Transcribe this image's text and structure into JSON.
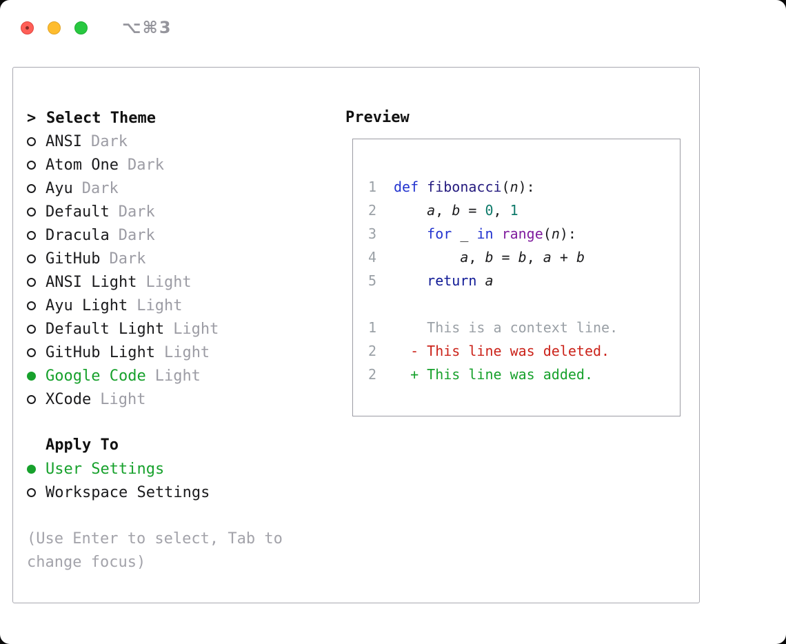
{
  "window": {
    "shortcut": "⌥⌘3"
  },
  "colors": {
    "accent_green": "#17a12c",
    "deleted_red": "#cb231a",
    "muted_gray": "#9c9ca4",
    "keyword_blue": "#2334cf",
    "literal_teal": "#0e7a6a",
    "type_purple": "#801d9e"
  },
  "selector": {
    "prefix": ">",
    "title": "Select Theme",
    "themes": [
      {
        "name": "ANSI",
        "variant": "Dark",
        "selected": false
      },
      {
        "name": "Atom One",
        "variant": "Dark",
        "selected": false
      },
      {
        "name": "Ayu",
        "variant": "Dark",
        "selected": false
      },
      {
        "name": "Default",
        "variant": "Dark",
        "selected": false
      },
      {
        "name": "Dracula",
        "variant": "Dark",
        "selected": false
      },
      {
        "name": "GitHub",
        "variant": "Dark",
        "selected": false
      },
      {
        "name": "ANSI Light",
        "variant": "Light",
        "selected": false
      },
      {
        "name": "Ayu Light",
        "variant": "Light",
        "selected": false
      },
      {
        "name": "Default Light",
        "variant": "Light",
        "selected": false
      },
      {
        "name": "GitHub Light",
        "variant": "Light",
        "selected": false
      },
      {
        "name": "Google Code",
        "variant": "Light",
        "selected": true
      },
      {
        "name": "XCode",
        "variant": "Light",
        "selected": false
      }
    ],
    "apply_to": {
      "title": "Apply To",
      "options": [
        {
          "label": "User Settings",
          "selected": true
        },
        {
          "label": "Workspace Settings",
          "selected": false
        }
      ]
    },
    "hint_line1": "(Use Enter to select, Tab to",
    "hint_line2": "change focus)"
  },
  "preview": {
    "title": "Preview",
    "code": [
      {
        "num": "1",
        "tokens": [
          {
            "c": "kw",
            "t": "def "
          },
          {
            "c": "fn",
            "t": "fibonacci"
          },
          {
            "c": "pl",
            "t": "("
          },
          {
            "c": "var",
            "t": "n"
          },
          {
            "c": "pl",
            "t": "):"
          }
        ]
      },
      {
        "num": "2",
        "tokens": [
          {
            "c": "pl",
            "t": "    "
          },
          {
            "c": "var",
            "t": "a"
          },
          {
            "c": "pl",
            "t": ", "
          },
          {
            "c": "var",
            "t": "b"
          },
          {
            "c": "pl",
            "t": " = "
          },
          {
            "c": "lit",
            "t": "0"
          },
          {
            "c": "pl",
            "t": ", "
          },
          {
            "c": "lit",
            "t": "1"
          }
        ]
      },
      {
        "num": "3",
        "tokens": [
          {
            "c": "pl",
            "t": "    "
          },
          {
            "c": "kw",
            "t": "for "
          },
          {
            "c": "pl",
            "t": "_ "
          },
          {
            "c": "kw",
            "t": "in "
          },
          {
            "c": "typ",
            "t": "range"
          },
          {
            "c": "pl",
            "t": "("
          },
          {
            "c": "var",
            "t": "n"
          },
          {
            "c": "pl",
            "t": "):"
          }
        ]
      },
      {
        "num": "4",
        "tokens": [
          {
            "c": "pl",
            "t": "        "
          },
          {
            "c": "var",
            "t": "a"
          },
          {
            "c": "pl",
            "t": ", "
          },
          {
            "c": "var",
            "t": "b"
          },
          {
            "c": "pl",
            "t": " = "
          },
          {
            "c": "var",
            "t": "b"
          },
          {
            "c": "pl",
            "t": ", "
          },
          {
            "c": "var",
            "t": "a"
          },
          {
            "c": "pl",
            "t": " + "
          },
          {
            "c": "var",
            "t": "b"
          }
        ]
      },
      {
        "num": "5",
        "tokens": [
          {
            "c": "pl",
            "t": "    "
          },
          {
            "c": "kw2",
            "t": "return "
          },
          {
            "c": "var",
            "t": "a"
          }
        ]
      }
    ],
    "diff": [
      {
        "num": "1",
        "kind": "context",
        "text": "    This is a context line."
      },
      {
        "num": "2",
        "kind": "deleted",
        "text": "  - This line was deleted."
      },
      {
        "num": "2",
        "kind": "added",
        "text": "  + This line was added."
      }
    ]
  }
}
